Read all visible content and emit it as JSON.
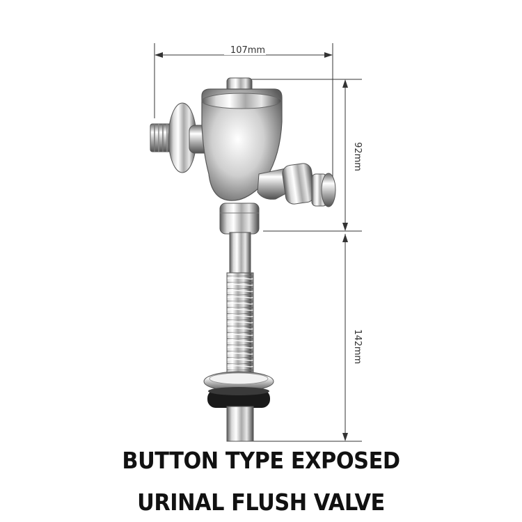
{
  "dimensions": {
    "width": "107mm",
    "body_height": "92mm",
    "pipe_height": "142mm"
  },
  "caption": {
    "line1": "BUTTON TYPE EXPOSED",
    "line2": "URINAL FLUSH VALVE"
  },
  "colors": {
    "chrome_light": "#f4f4f4",
    "chrome_mid": "#b8b8b8",
    "chrome_dark": "#4a4a4a",
    "rubber_washer": "#1a1a1a"
  }
}
